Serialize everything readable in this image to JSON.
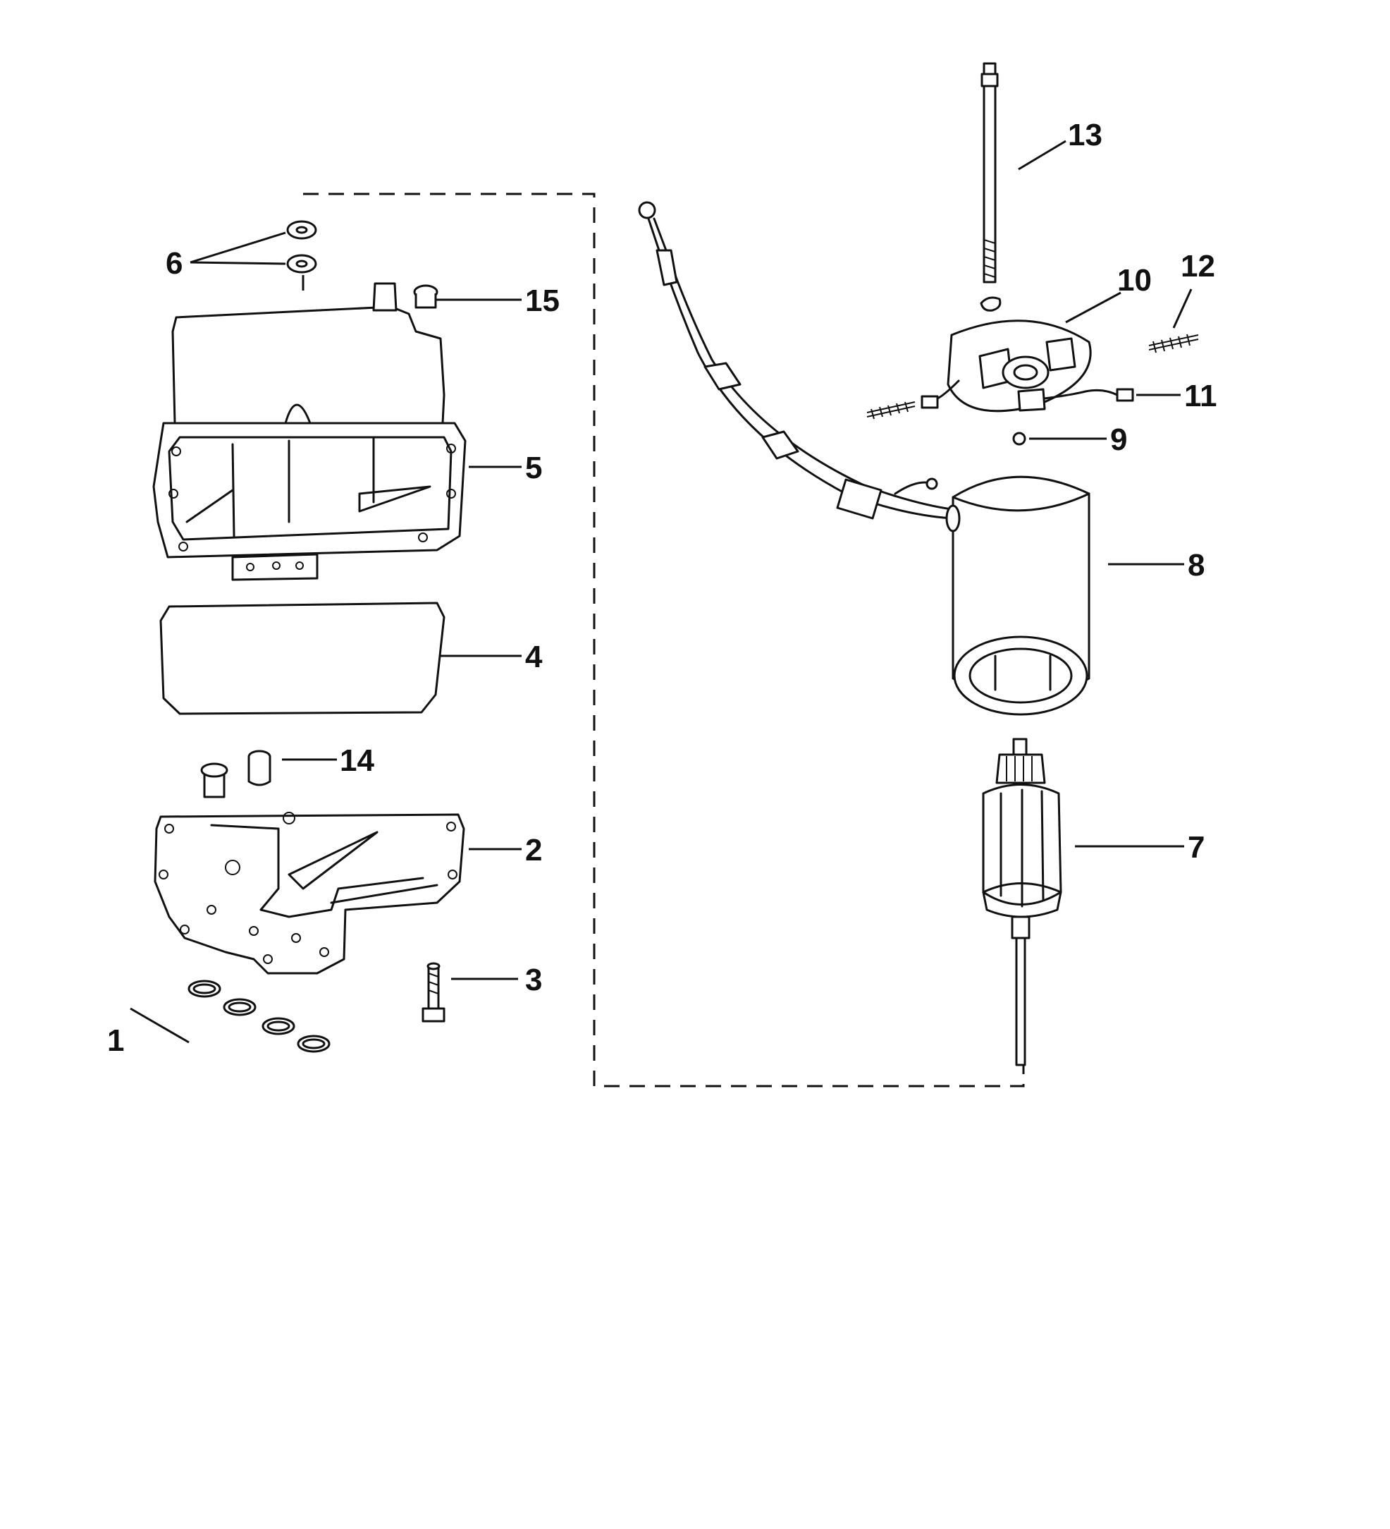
{
  "callouts": [
    "1",
    "2",
    "3",
    "4",
    "5",
    "6",
    "7",
    "8",
    "9",
    "10",
    "11",
    "12",
    "13",
    "14",
    "15"
  ],
  "colors": {
    "ink": "#111111",
    "background": "#ffffff"
  }
}
